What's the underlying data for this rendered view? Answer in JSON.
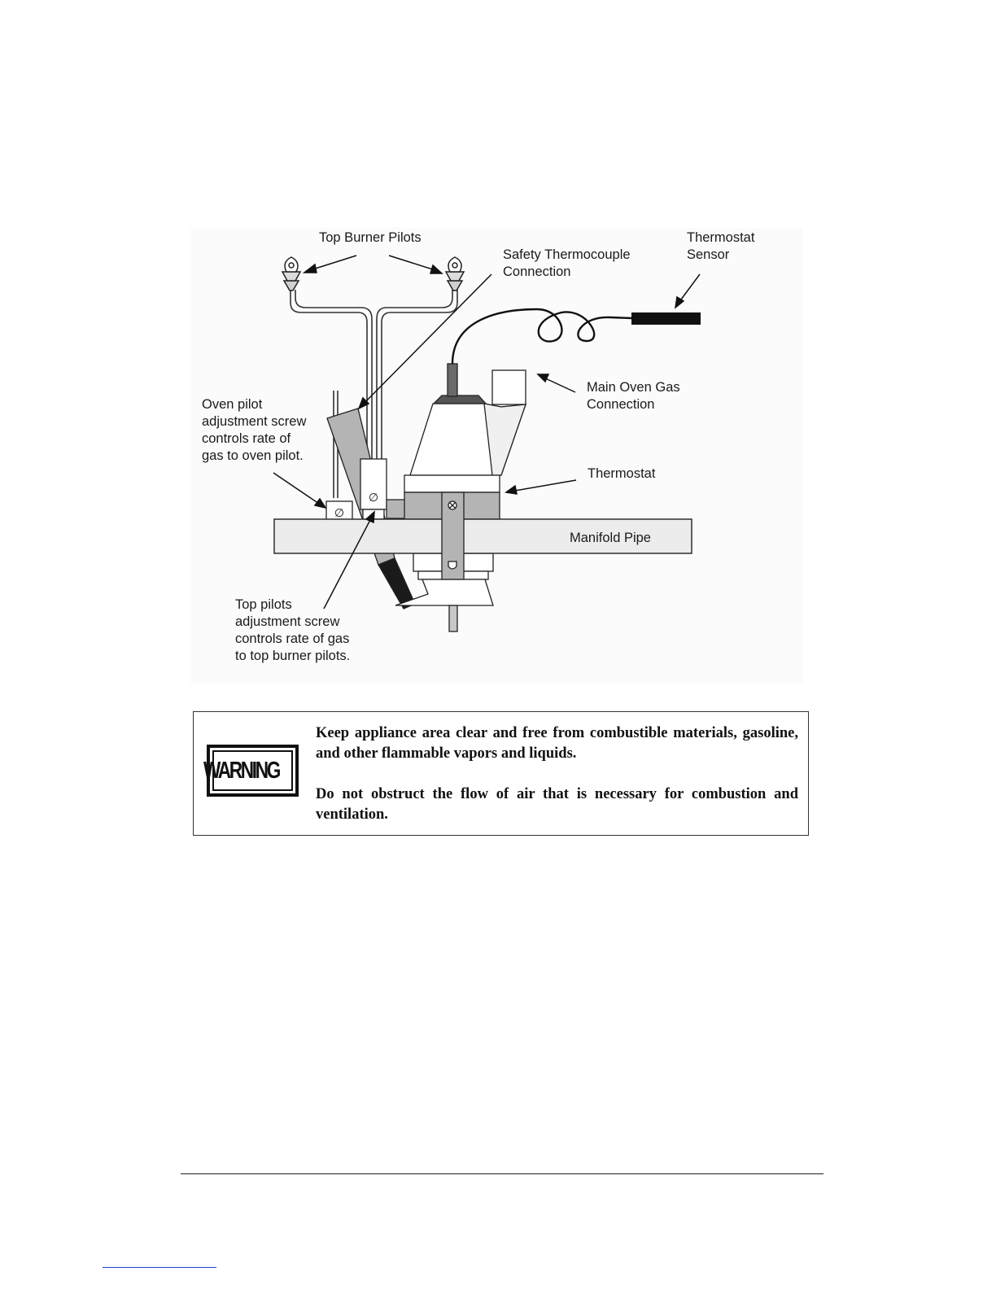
{
  "diagram": {
    "labels": {
      "top_burner_pilots": "Top Burner Pilots",
      "safety_thermocouple": [
        "Safety Thermocouple",
        "Connection"
      ],
      "thermostat_sensor": [
        "Thermostat",
        "Sensor"
      ],
      "main_oven_gas": [
        "Main Oven Gas",
        "Connection"
      ],
      "oven_pilot_screw": [
        "Oven pilot",
        "adjustment screw",
        "controls rate of",
        "gas to oven pilot."
      ],
      "thermostat": "Thermostat",
      "manifold_pipe": "Manifold Pipe",
      "top_pilots_screw": [
        "Top pilots",
        "adjustment screw",
        "controls rate of gas",
        "to top burner pilots."
      ]
    },
    "screw_symbol": "∅",
    "cross_screw_symbol": "⊗"
  },
  "warning": {
    "badge": "WARNING",
    "paragraphs": [
      "Keep appliance area clear and free from combustible materials, gasoline, and other flammable vapors and liquids.",
      "Do not obstruct the flow of air that is necessary for combustion and ventilation."
    ]
  },
  "colors": {
    "shade": "#b4b4b4",
    "dark": "#1a1a1a",
    "link": "#1a44c8"
  }
}
